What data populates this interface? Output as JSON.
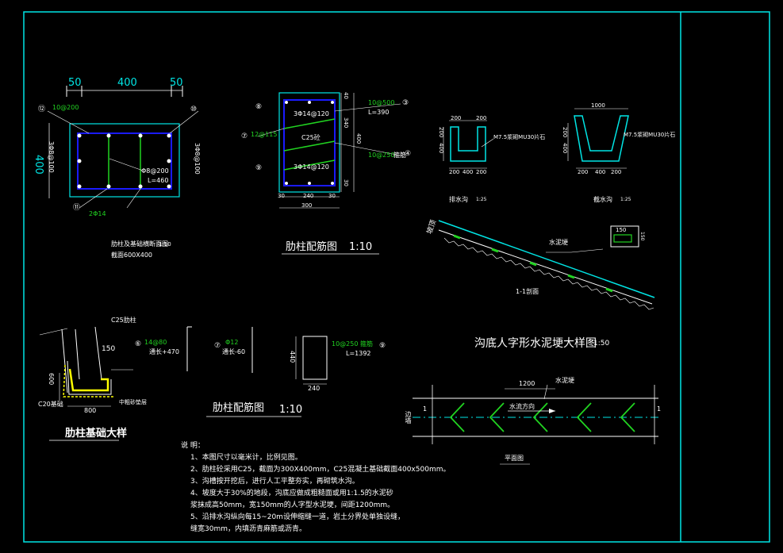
{
  "column_section": {
    "dim_top": [
      "50",
      "400",
      "50"
    ],
    "dim_left": "400",
    "labels": [
      "⑫",
      "⑩",
      "⑪",
      "10@200",
      "3Φ8@100",
      "3Φ8@100",
      "Φ8@200",
      "L=460",
      "2Φ14"
    ],
    "caption": "肋柱及基础横断面图",
    "caption_scale": "1:10",
    "sub_caption": "截面600X400"
  },
  "rib_rebar": {
    "labels": [
      "⑧",
      "⑦",
      "⑨",
      "3Φ14@120",
      "12@115",
      "C25砼",
      "3Φ14@120",
      "10@500",
      "L=390",
      "10@250",
      "箍筋"
    ],
    "circle_right": [
      "③",
      "④"
    ],
    "dims_right": [
      "40",
      "340",
      "400",
      "30"
    ],
    "dims_bottom": [
      "30",
      "240",
      "30"
    ],
    "dim_total": "300",
    "title": "肋柱配筋图",
    "scale": "1:10"
  },
  "ditch_a": {
    "dims_top": [
      "200",
      "200"
    ],
    "dims_left": [
      "200",
      "400"
    ],
    "dims_bottom": [
      "200",
      "400",
      "200"
    ],
    "label": "M7.5浆砌MU30片石",
    "caption": "排水沟",
    "scale": "1:25"
  },
  "ditch_b": {
    "dim_top": "1000",
    "dims_left": [
      "200",
      "400"
    ],
    "dims_bottom": [
      "200",
      "400",
      "200"
    ],
    "label": "M7.5浆砌MU30片石",
    "caption": "截水沟",
    "scale": "1:25"
  },
  "slope_section": {
    "slope_label": "坡顶",
    "pipe_label": "水泥埂",
    "box_dims": [
      "150",
      "150"
    ],
    "caption": "1-1剖面"
  },
  "main_title": {
    "text": "沟底人字形水泥埂大样图",
    "scale": "1:50"
  },
  "plan_view": {
    "dim": "1200",
    "pipe_label": "水泥埂",
    "flow_label": "水流方向",
    "side_label": "边墙",
    "markers": [
      "1",
      "1"
    ],
    "caption": "平面图"
  },
  "rib_foundation": {
    "label_c25": "C25肋柱",
    "dim_150": "150",
    "dim_600": "600",
    "label_c20": "C20基础",
    "label_right": "中粗砂垫层",
    "dim_800": "800",
    "title": "肋柱基础大样"
  },
  "rebar_details": {
    "item6_mark": "⑥",
    "item6_spec": "14@80",
    "item6_len": "通长+470",
    "item7_mark": "⑦",
    "item7_spec": "Φ12",
    "item7_len": "通长-60",
    "item9_mark": "⑨",
    "item9_spec": "10@250 箍筋",
    "item9_len": "L=1392",
    "item9_dim_h": "440",
    "item9_dim_w": "240",
    "title": "肋柱配筋图",
    "scale": "1:10"
  },
  "notes": {
    "heading": "说  明：",
    "items": [
      "1、本图尺寸以毫米计，比例见图。",
      "2、肋柱砼采用C25，截面为300X400mm，C25混凝土基础截面400x500mm。",
      "3、沟槽按开挖后，进行人工平整夯实，再砌筑水沟。",
      "4、坡度大于30%的地段，沟底应做成粗糙面或用1:1.5的水泥砂",
      "   浆抹成高50mm，宽150mm的人字型水泥埂，间距1200mm。",
      "5、沿排水沟纵向每15~20m设伸缩缝一道，岩土分界处单独设缝，",
      "   缝宽30mm，内填沥青麻筋或沥青。"
    ]
  },
  "colors": {
    "frame": "#00e5e5",
    "concrete": "#00e5e5",
    "rebar": "#21d321",
    "stirrup_blue": "#1a1aff",
    "text": "#ffffff",
    "accent_yellow": "#ffff00"
  }
}
